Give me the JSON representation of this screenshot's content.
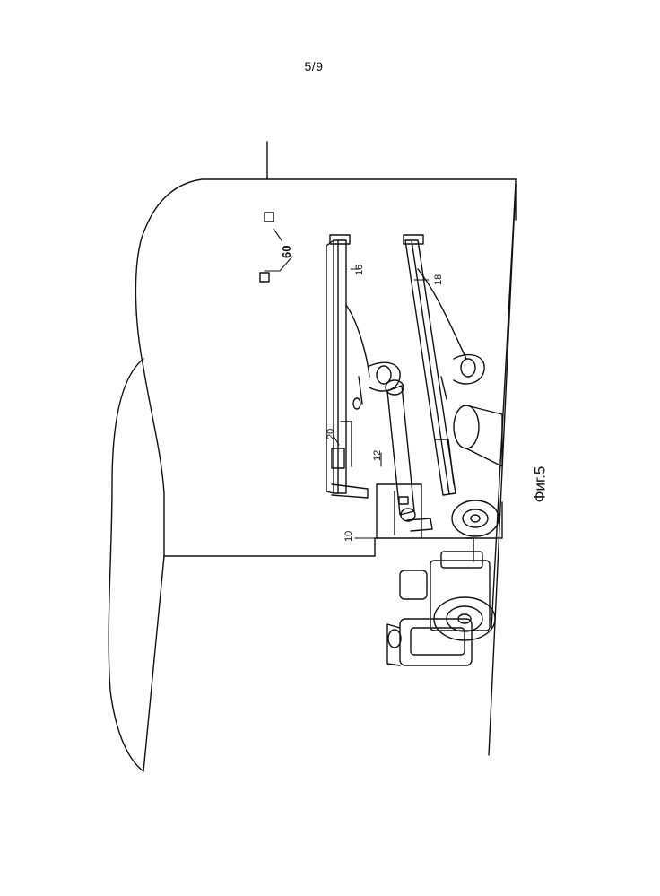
{
  "page": {
    "number": "5/9"
  },
  "figure": {
    "caption": "Фиг.5",
    "reference_numerals": {
      "r10": "10",
      "r12": "12",
      "r16": "16",
      "r18": "18",
      "r20": "20",
      "r60": "60"
    }
  }
}
